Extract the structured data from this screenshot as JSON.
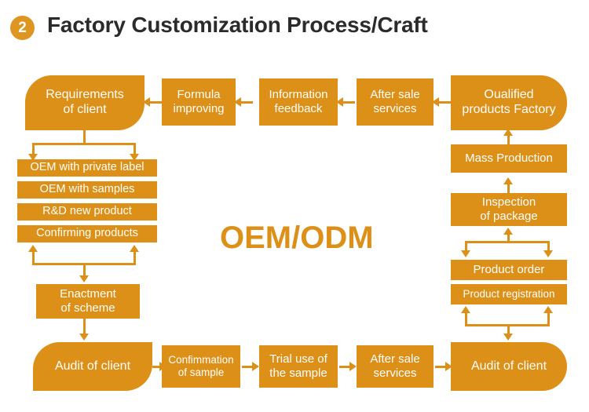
{
  "header": {
    "badge_number": "2",
    "title": "Factory Customization Process/Craft"
  },
  "center": {
    "label": "OEM/ODM"
  },
  "colors": {
    "node_fill": "#dd9017",
    "node_text": "#ffffff",
    "connector": "#dd9017",
    "title_text": "#2b2b2b",
    "badge_fill": "#df9620",
    "background": "#ffffff"
  },
  "nodes": {
    "requirements_of_client": "Requirements\nof client",
    "formula_improving": "Formula\nimproving",
    "information_feedback": "Information\nfeedback",
    "after_sale_services_top": "After sale\nservices",
    "qualified_products_factory": "Oualified\nproducts Factory",
    "mass_production": "Mass Production",
    "inspection_of_package": "Inspection\nof package",
    "product_order": "Product order",
    "product_registration": "Product registration",
    "enactment_of_scheme": "Enactment\nof scheme",
    "audit_of_client_left": "Audit of client",
    "confirmation_of_sample": "Confimmation\nof sample",
    "trial_use_of_the_sample": "Trial use of\nthe sample",
    "after_sale_services_bottom": "After sale\nservices",
    "audit_of_client_right": "Audit of client"
  },
  "option_list": [
    "OEM with private label",
    "OEM with samples",
    "R&D new product",
    "Confirming products"
  ]
}
